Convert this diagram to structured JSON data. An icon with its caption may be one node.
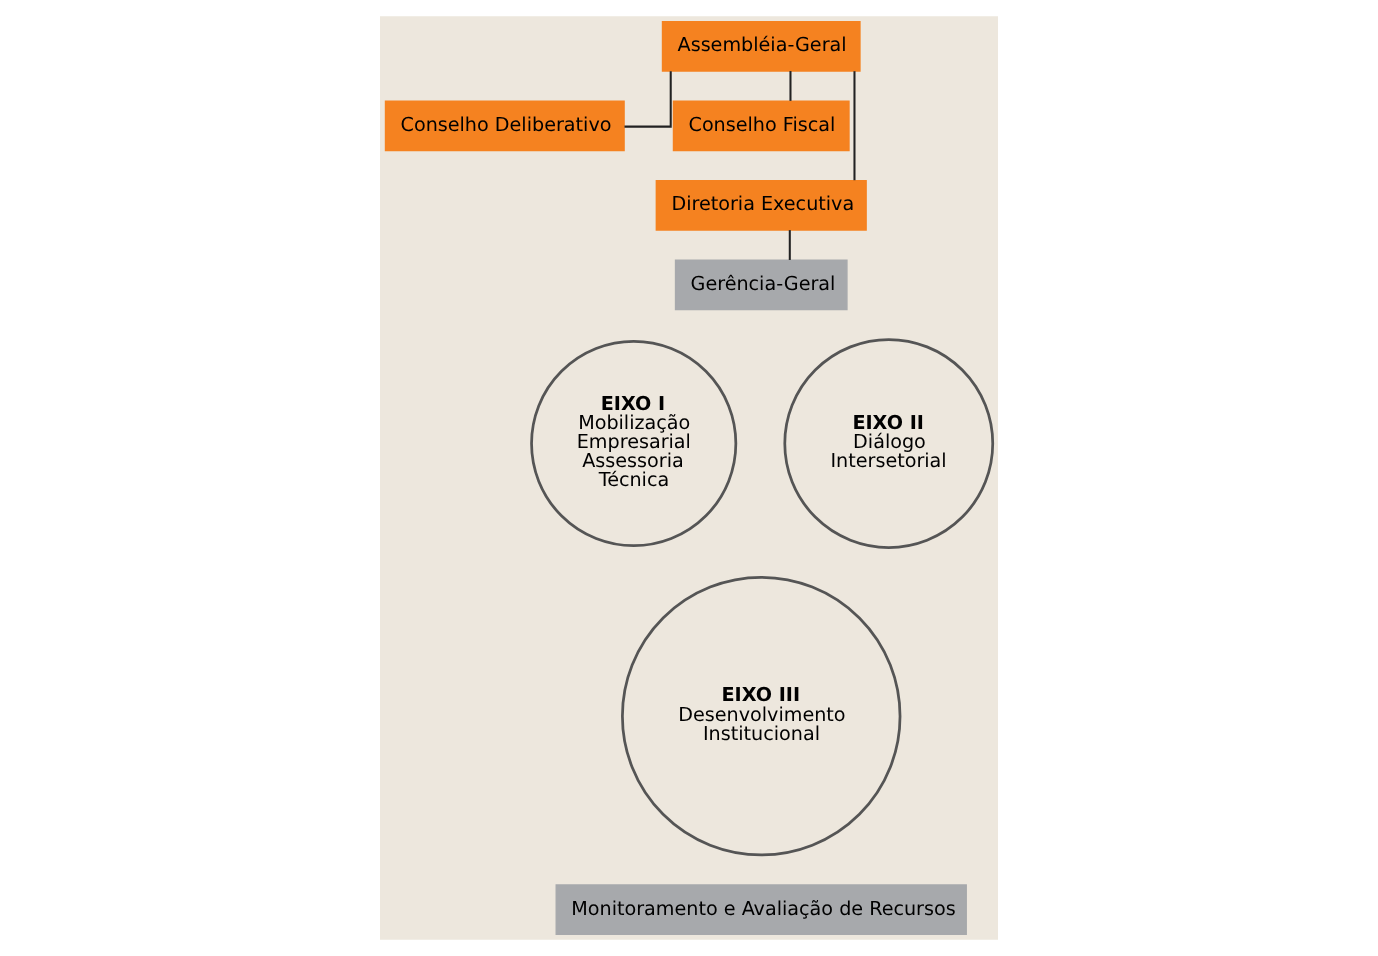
{
  "diagram": {
    "nodes": [
      {
        "text": [
          "Assembléia-Geral"
        ]
      },
      {
        "text": [
          "Conselho Deliberativo"
        ]
      },
      {
        "text": [
          "Conselho Fiscal"
        ]
      },
      {
        "text": [
          "Diretoria Executiva"
        ]
      },
      {
        "text": [
          "Gerência-Geral"
        ]
      },
      {
        "text": [
          "EIXO I",
          "Mobilização Empresarial Assessoria Técnica"
        ]
      },
      {
        "text": [
          "EIXO II",
          "Diálogo Intersetorial"
        ]
      },
      {
        "text": [
          "EIXO III",
          "Desenvolvimento Institucional"
        ]
      },
      {
        "text": [
          "Monitoramento e Avaliação de Recursos"
        ]
      }
    ],
    "edges": [
      {
        "from": 0,
        "to": 1,
        "arrow": "none"
      },
      {
        "from": 0,
        "to": 2,
        "arrow": "none"
      },
      {
        "from": 0,
        "to": 3,
        "arrow": "none"
      },
      {
        "from": 3,
        "to": 4,
        "arrow": "none"
      }
    ]
  }
}
